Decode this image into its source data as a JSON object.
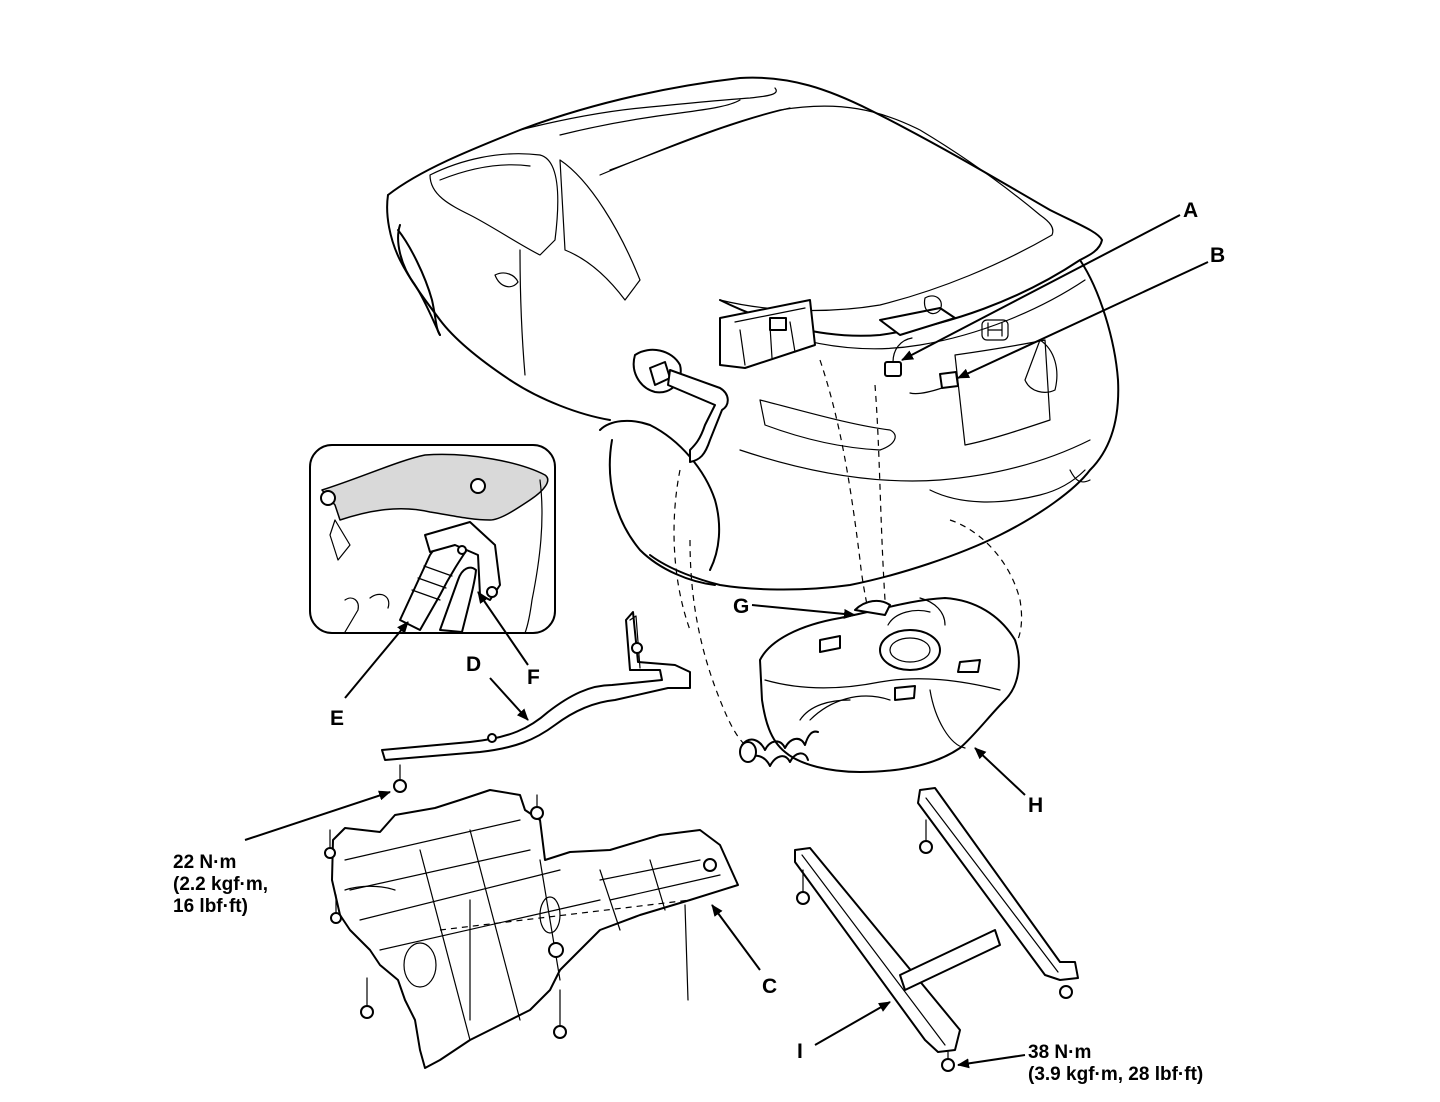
{
  "callouts": {
    "A": "A",
    "B": "B",
    "C": "C",
    "D": "D",
    "E": "E",
    "F": "F",
    "G": "G",
    "H": "H",
    "I": "I"
  },
  "torque_left": {
    "line1": "22 N·m",
    "line2": "(2.2 kgf·m,",
    "line3": "16 lbf·ft)"
  },
  "torque_right": {
    "line1": "38 N·m",
    "line2": "(3.9 kgf·m, 28 lbf·ft)"
  }
}
